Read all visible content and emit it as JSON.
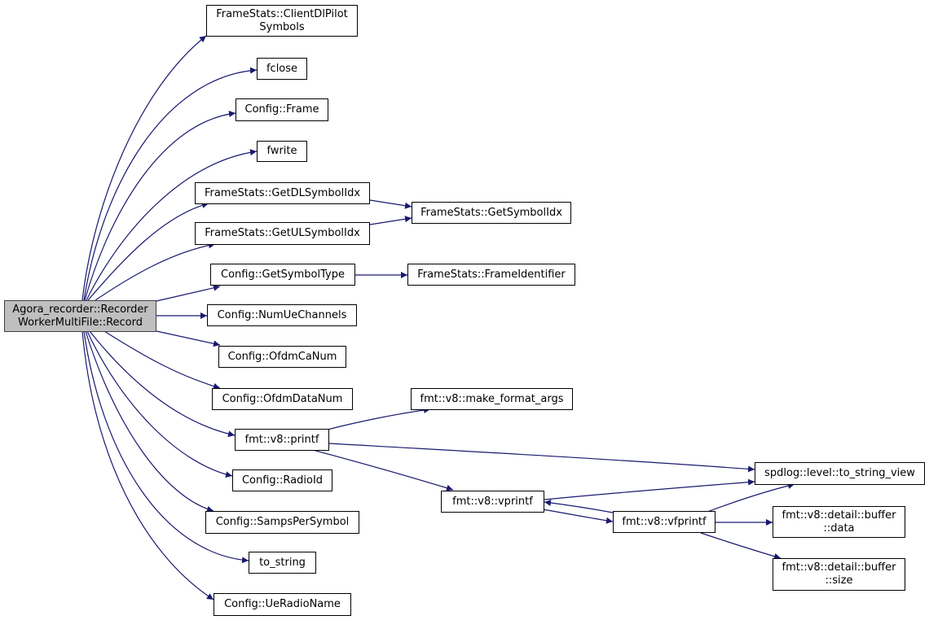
{
  "colors": {
    "edge": "#191970",
    "node_border": "#000000",
    "root_fill": "#bfbfbf",
    "background": "#ffffff"
  },
  "nodes": {
    "root": {
      "line1": "Agora_recorder::Recorder",
      "line2": "WorkerMultiFile::Record"
    },
    "client_dl_pilot": {
      "line1": "FrameStats::ClientDlPilot",
      "line2": "Symbols"
    },
    "fclose": {
      "label": "fclose"
    },
    "config_frame": {
      "label": "Config::Frame"
    },
    "fwrite": {
      "label": "fwrite"
    },
    "get_dl_symbol_idx": {
      "label": "FrameStats::GetDLSymbolIdx"
    },
    "get_symbol_idx": {
      "label": "FrameStats::GetSymbolIdx"
    },
    "get_ul_symbol_idx": {
      "label": "FrameStats::GetULSymbolIdx"
    },
    "get_symbol_type": {
      "label": "Config::GetSymbolType"
    },
    "frame_identifier": {
      "label": "FrameStats::FrameIdentifier"
    },
    "num_ue_channels": {
      "label": "Config::NumUeChannels"
    },
    "ofdm_ca_num": {
      "label": "Config::OfdmCaNum"
    },
    "ofdm_data_num": {
      "label": "Config::OfdmDataNum"
    },
    "make_format_args": {
      "label": "fmt::v8::make_format_args"
    },
    "printf": {
      "label": "fmt::v8::printf"
    },
    "to_string_view": {
      "label": "spdlog::level::to_string_view"
    },
    "radio_id": {
      "label": "Config::RadioId"
    },
    "vprintf": {
      "label": "fmt::v8::vprintf"
    },
    "vfprintf": {
      "label": "fmt::v8::vfprintf"
    },
    "buffer_data": {
      "line1": "fmt::v8::detail::buffer",
      "line2": "::data"
    },
    "samps_per_symbol": {
      "label": "Config::SampsPerSymbol"
    },
    "buffer_size": {
      "line1": "fmt::v8::detail::buffer",
      "line2": "::size"
    },
    "to_string": {
      "label": "to_string"
    },
    "ue_radio_name": {
      "label": "Config::UeRadioName"
    }
  }
}
